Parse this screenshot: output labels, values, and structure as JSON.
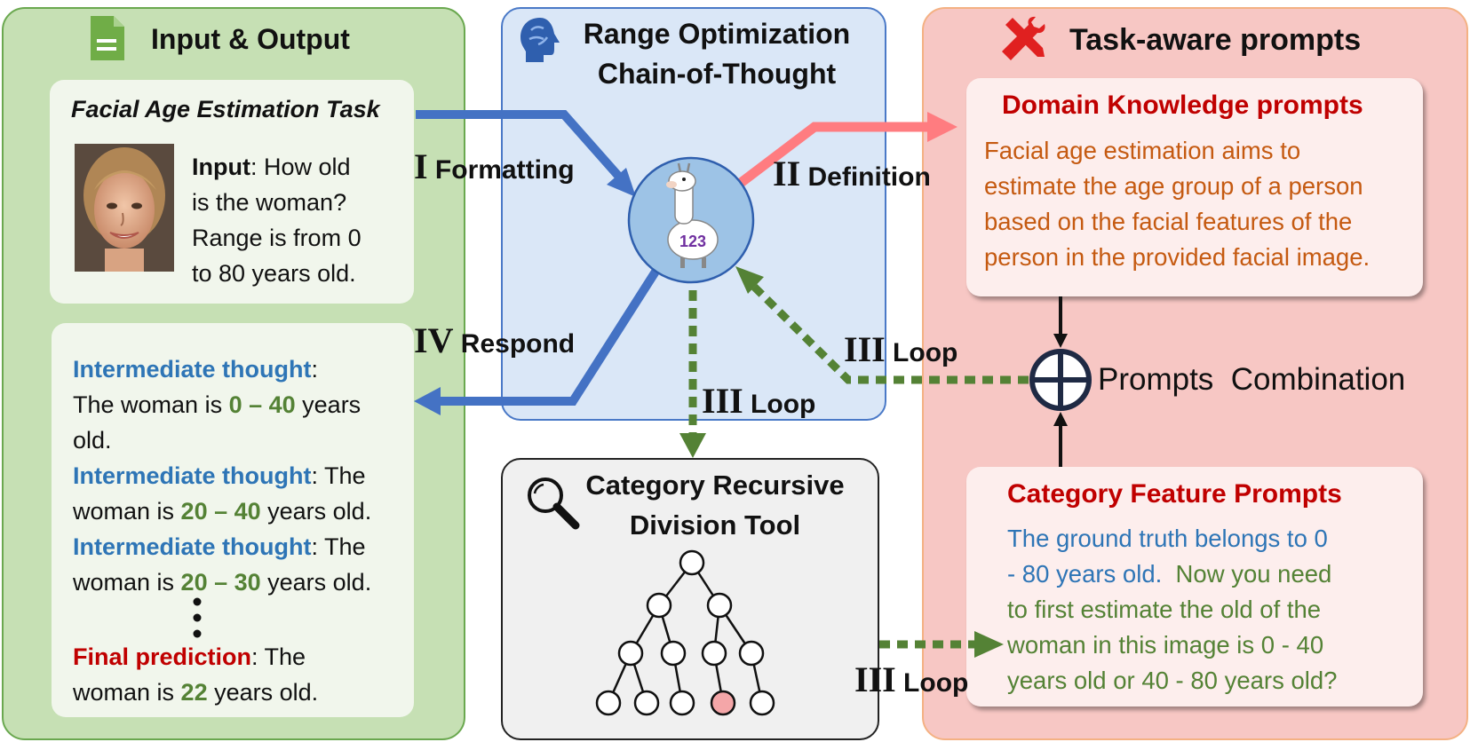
{
  "input_output": {
    "title": "Input & Output",
    "task_title": "Facial Age Estimation Task",
    "input_label": "Input",
    "input_lines": [
      ": How old",
      "is the woman?",
      "Range is from 0",
      "to 80 years old."
    ],
    "thought_label": "Intermediate thought",
    "thought1_pre": "The woman is ",
    "thought1_range": "0 – 40",
    "thought1_post": " years",
    "thought1_line2": "old.",
    "thought2_tail": ": The",
    "thought2_pre": "woman is ",
    "thought2_range": "20 – 40",
    "thought2_post": " years old.",
    "thought3_tail": ": The",
    "thought3_pre": "woman is ",
    "thought3_range": "20 – 30",
    "thought3_post": " years old.",
    "final_label": "Final prediction",
    "final_tail": ": The",
    "final_pre": "woman is ",
    "final_value": "22",
    "final_post": " years old."
  },
  "range_cot": {
    "title_line1": "Range Optimization",
    "title_line2": "Chain-of-Thought",
    "model_badge": "123"
  },
  "tool": {
    "title_line1": "Category Recursive",
    "title_line2": "Division Tool"
  },
  "task_prompts": {
    "title": "Task-aware prompts",
    "domain_title": "Domain Knowledge prompts",
    "domain_lines": [
      "Facial age estimation aims to",
      "estimate the age group of a person",
      "based on the facial features of the",
      "person in the provided facial image."
    ],
    "combination_label": "Prompts  Combination",
    "category_title": "Category Feature Prompts",
    "category_blue_lines": [
      "The ground truth belongs to 0",
      "- 80 years old."
    ],
    "category_green_first": "  Now you need",
    "category_green_lines": [
      "to first estimate the old of the",
      "woman in this image is 0 - 40",
      "years old or 40 - 80 years old?"
    ]
  },
  "steps": {
    "formatting_num": "I",
    "formatting": "Formatting",
    "definition_num": "II",
    "definition": "Definition",
    "loop_num": "III",
    "loop": "Loop",
    "respond_num": "IV",
    "respond": "Respond"
  },
  "colors": {
    "blue_arrow": "#4472c4",
    "green_dash": "#548235",
    "red_arrow": "#ff7c80",
    "highlight_node": "#f4a6a8"
  }
}
